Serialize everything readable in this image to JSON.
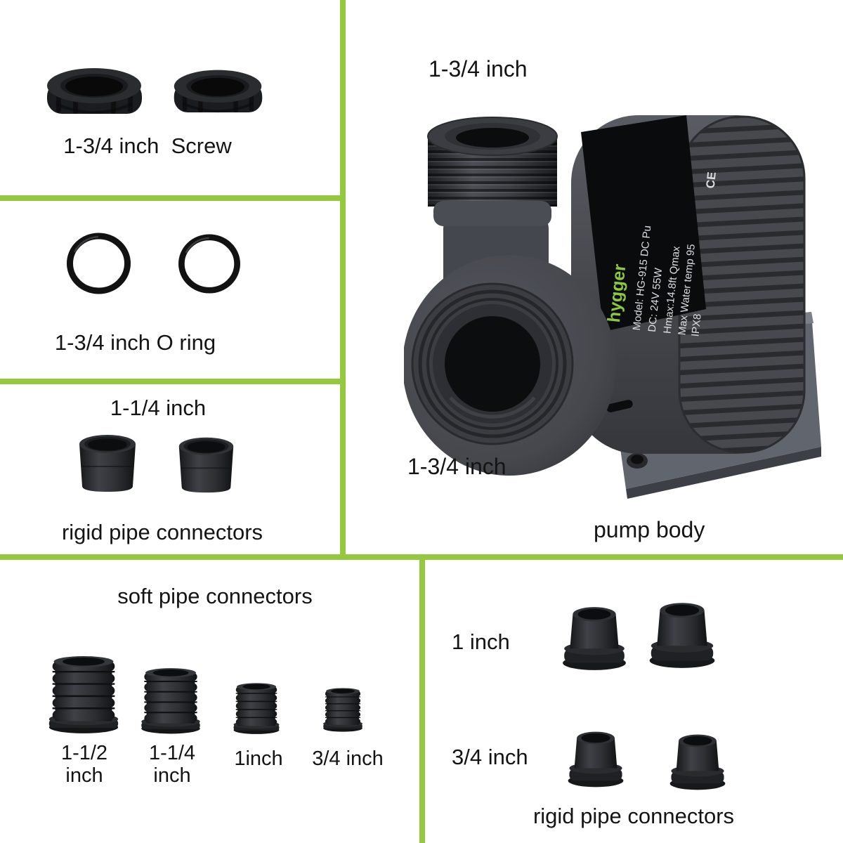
{
  "page": {
    "background": "#ffffff",
    "divider_color": "#94c83e",
    "brand_green": "#8dc63f"
  },
  "sections": {
    "screw": {
      "caption": "1-3/4 inch  Screw"
    },
    "oring": {
      "caption": "1-3/4 inch O ring"
    },
    "rigid_left": {
      "size": "1-1/4 inch",
      "caption": "rigid pipe connectors"
    },
    "soft": {
      "title": "soft pipe connectors",
      "sizes": [
        "1-1/2\ninch",
        "1-1/4\ninch",
        "1inch",
        "3/4 inch"
      ]
    },
    "pump": {
      "inlet_label": "1-3/4 inch",
      "outlet_label": "1-3/4 inch",
      "caption": "pump body",
      "brand": "hygger",
      "label_lines": [
        "Model: HG-915  DC Pu",
        "DC: 24V   55W",
        "Hmax:14.8ft  Qmax",
        "Max Water temp 95",
        "IPX8",
        "CE"
      ]
    },
    "rigid_right": {
      "size_top": "1 inch",
      "size_bottom": "3/4 inch",
      "caption": "rigid pipe connectors"
    }
  }
}
